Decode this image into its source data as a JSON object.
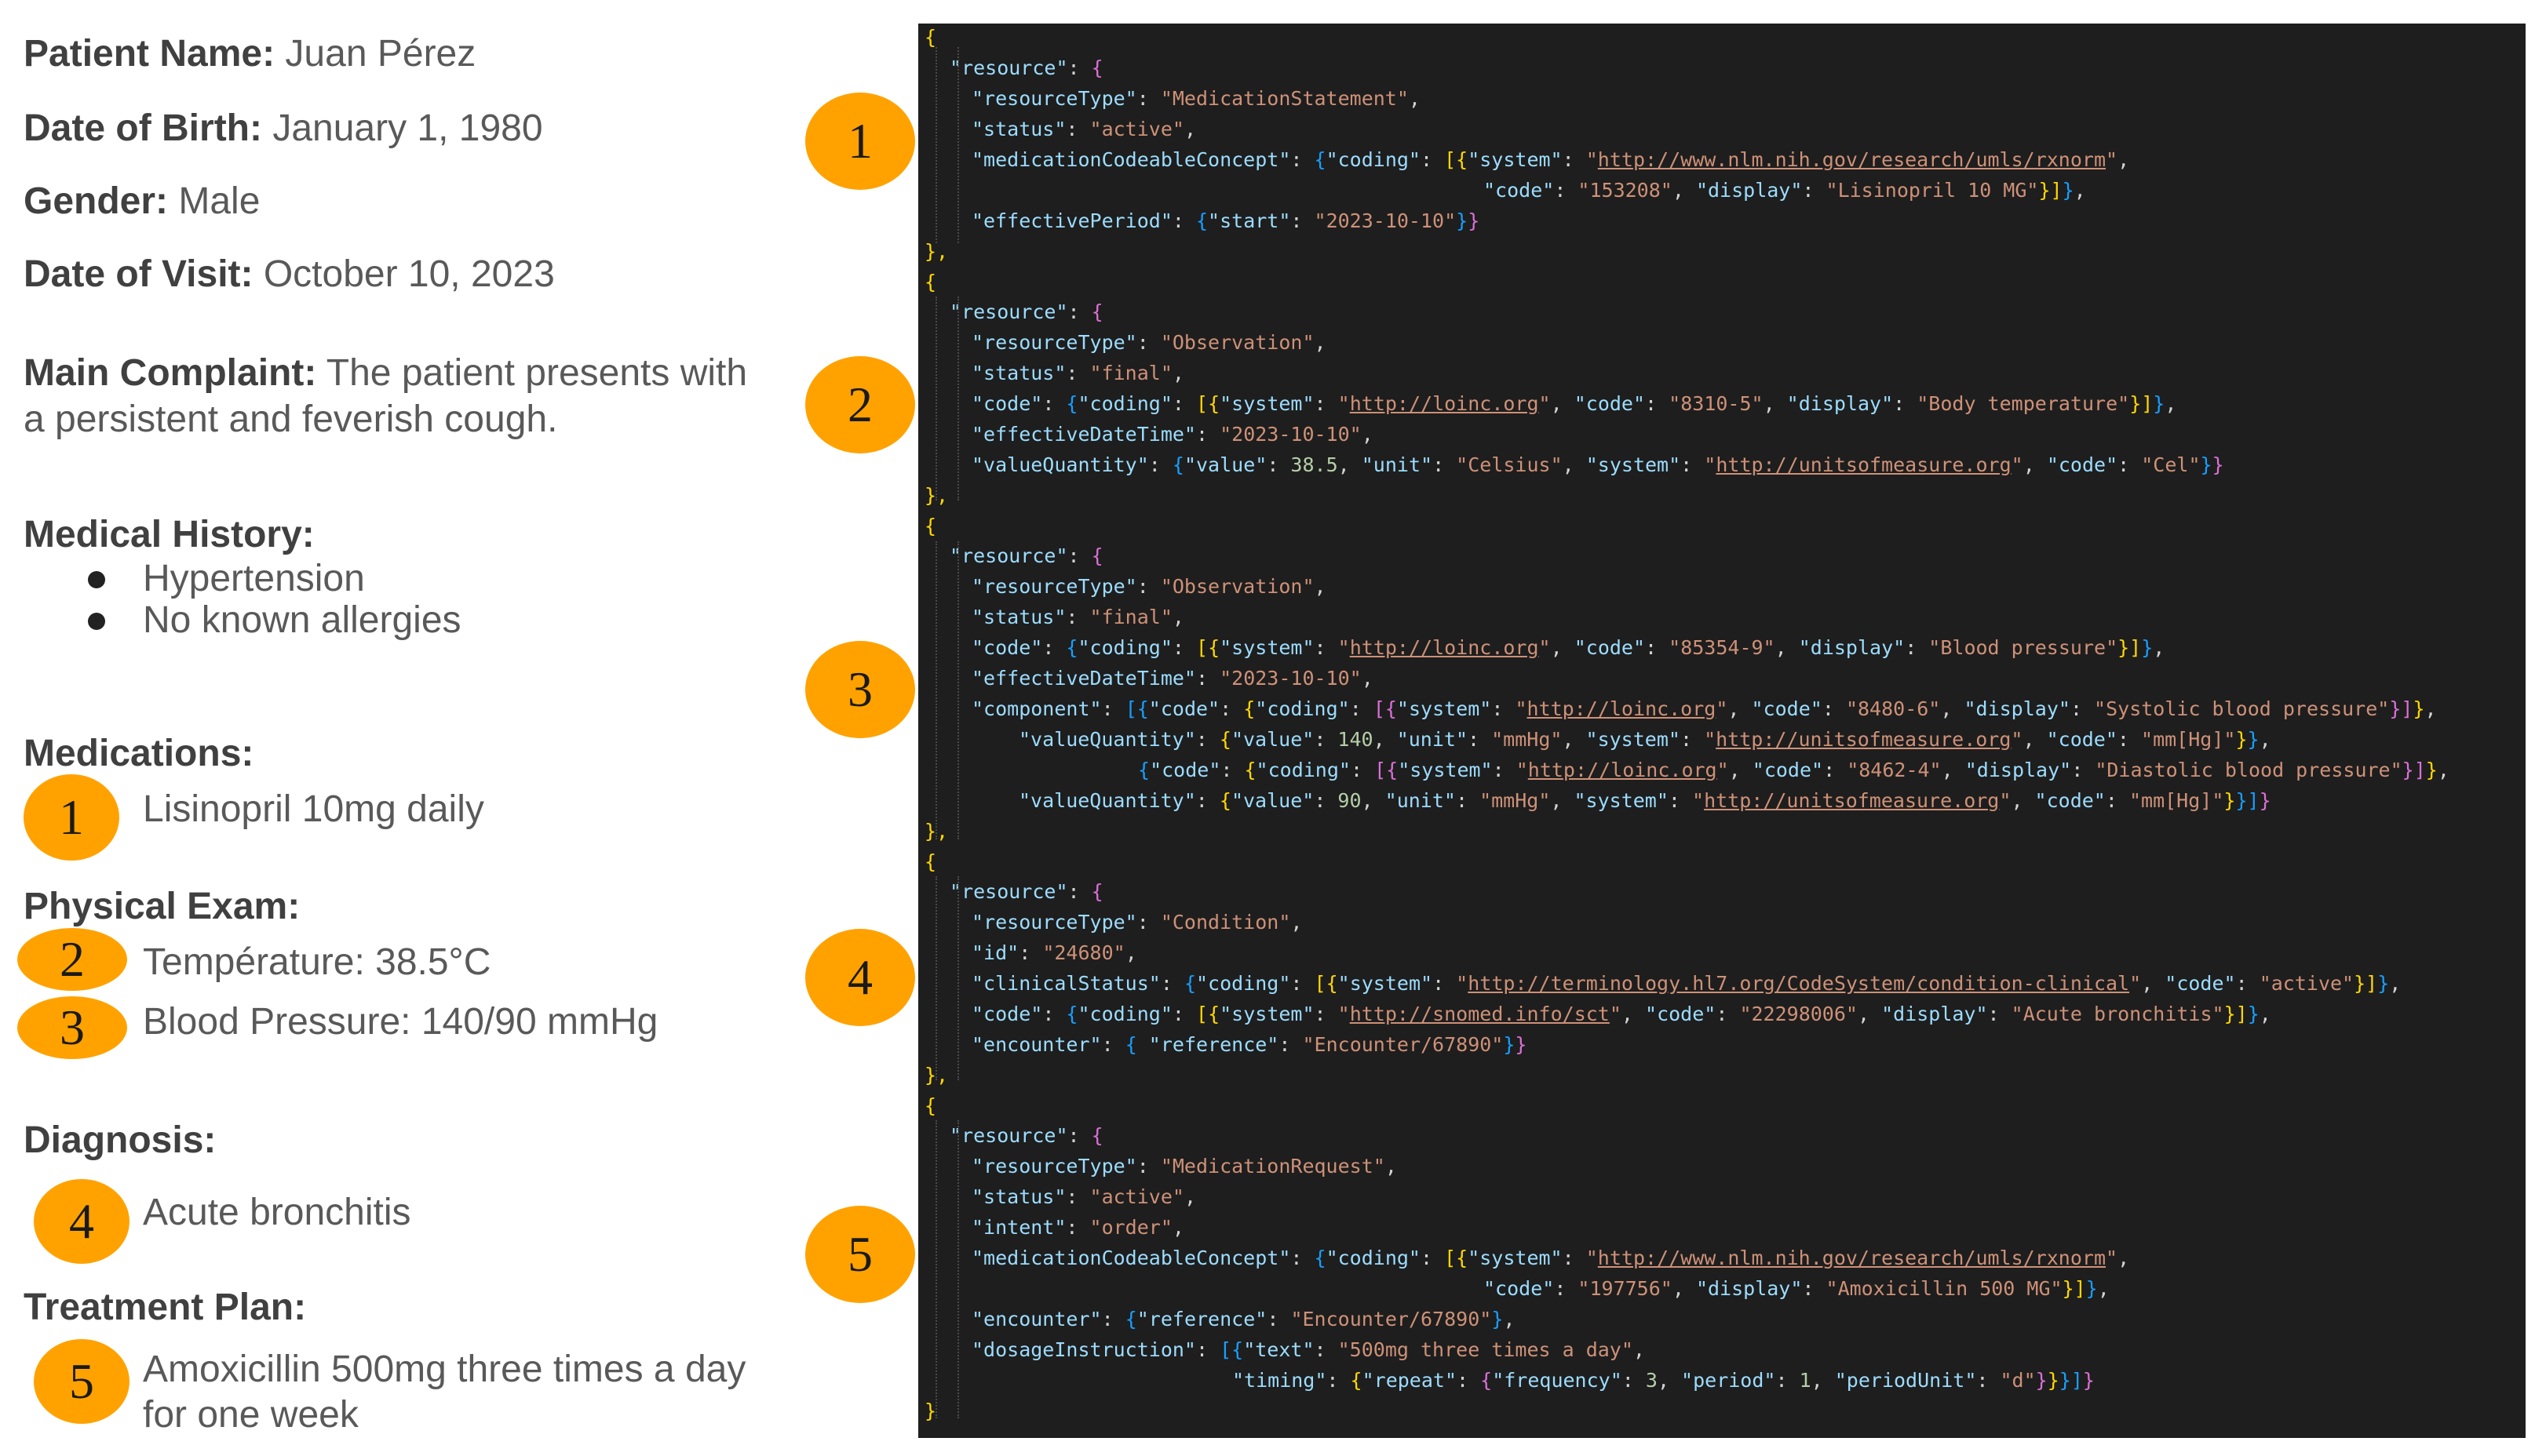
{
  "note": {
    "patient_name_label": "Patient Name:",
    "patient_name_value": " Juan Pérez",
    "dob_label": "Date of Birth:",
    "dob_value": " January 1, 1980",
    "gender_label": "Gender:",
    "gender_value": " Male",
    "visit_label": "Date of Visit:",
    "visit_value": " October 10, 2023",
    "complaint_label": "Main Complaint:",
    "complaint_value_1": " The patient presents with",
    "complaint_value_2": "a persistent and feverish cough.",
    "history_heading": "Medical History:",
    "history_items": [
      "Hypertension",
      "No known allergies"
    ],
    "medications_heading": "Medications:",
    "medication_item": "Lisinopril 10mg daily",
    "exam_heading": "Physical Exam:",
    "exam_temp": "Température: 38.5°C",
    "exam_bp": "Blood Pressure: 140/90 mmHg",
    "diagnosis_heading": "Diagnosis:",
    "diagnosis_item": "Acute bronchitis",
    "treatment_heading": "Treatment Plan:",
    "treatment_item_1": "Amoxicillin 500mg three times a day",
    "treatment_item_2": "for one week"
  },
  "badges": [
    "1",
    "2",
    "3",
    "4",
    "5"
  ],
  "colors": {
    "badge": "#ffa200",
    "code_background": "#1e1e1e",
    "json_key": "#9cdcfe",
    "json_string": "#ce9178",
    "json_number": "#b5cea8"
  },
  "code_lines": [
    [
      [
        "b1",
        "{"
      ]
    ],
    [
      [
        "k",
        "\"resource\""
      ],
      [
        "p",
        ": "
      ],
      [
        "b2",
        "{"
      ]
    ],
    [
      [
        "k",
        "\"resourceType\""
      ],
      [
        "p",
        ": "
      ],
      [
        "s",
        "\"MedicationStatement\""
      ],
      [
        "p",
        ","
      ]
    ],
    [
      [
        "k",
        "\"status\""
      ],
      [
        "p",
        ": "
      ],
      [
        "s",
        "\"active\""
      ],
      [
        "p",
        ","
      ]
    ],
    [
      [
        "k",
        "\"medicationCodeableConcept\""
      ],
      [
        "p",
        ": "
      ],
      [
        "b3",
        "{"
      ],
      [
        "k",
        "\"coding\""
      ],
      [
        "p",
        ": "
      ],
      [
        "b1",
        "[{"
      ],
      [
        "k",
        "\"system\""
      ],
      [
        "p",
        ": "
      ],
      [
        "s",
        "\""
      ],
      [
        "u",
        "http://www.nlm.nih.gov/research/umls/rxnorm"
      ],
      [
        "s",
        "\""
      ],
      [
        "p",
        ","
      ]
    ],
    [
      [
        "k",
        "\"code\""
      ],
      [
        "p",
        ": "
      ],
      [
        "s",
        "\"153208\""
      ],
      [
        "p",
        ", "
      ],
      [
        "k",
        "\"display\""
      ],
      [
        "p",
        ": "
      ],
      [
        "s",
        "\"Lisinopril 10 MG\""
      ],
      [
        "b1",
        "}]"
      ],
      [
        "b3",
        "}"
      ],
      [
        "p",
        ","
      ]
    ],
    [
      [
        "k",
        "\"effectivePeriod\""
      ],
      [
        "p",
        ": "
      ],
      [
        "b3",
        "{"
      ],
      [
        "k",
        "\"start\""
      ],
      [
        "p",
        ": "
      ],
      [
        "s",
        "\"2023-10-10\""
      ],
      [
        "b3",
        "}"
      ],
      [
        "b2",
        "}"
      ]
    ],
    [
      [
        "b1",
        "},"
      ]
    ],
    [
      [
        "b1",
        "{"
      ]
    ],
    [
      [
        "k",
        "\"resource\""
      ],
      [
        "p",
        ": "
      ],
      [
        "b2",
        "{"
      ]
    ],
    [
      [
        "k",
        "\"resourceType\""
      ],
      [
        "p",
        ": "
      ],
      [
        "s",
        "\"Observation\""
      ],
      [
        "p",
        ","
      ]
    ],
    [
      [
        "k",
        "\"status\""
      ],
      [
        "p",
        ": "
      ],
      [
        "s",
        "\"final\""
      ],
      [
        "p",
        ","
      ]
    ],
    [
      [
        "k",
        "\"code\""
      ],
      [
        "p",
        ": "
      ],
      [
        "b3",
        "{"
      ],
      [
        "k",
        "\"coding\""
      ],
      [
        "p",
        ": "
      ],
      [
        "b1",
        "[{"
      ],
      [
        "k",
        "\"system\""
      ],
      [
        "p",
        ": "
      ],
      [
        "s",
        "\""
      ],
      [
        "u",
        "http://loinc.org"
      ],
      [
        "s",
        "\""
      ],
      [
        "p",
        ", "
      ],
      [
        "k",
        "\"code\""
      ],
      [
        "p",
        ": "
      ],
      [
        "s",
        "\"8310-5\""
      ],
      [
        "p",
        ", "
      ],
      [
        "k",
        "\"display\""
      ],
      [
        "p",
        ": "
      ],
      [
        "s",
        "\"Body temperature\""
      ],
      [
        "b1",
        "}]"
      ],
      [
        "b3",
        "}"
      ],
      [
        "p",
        ","
      ]
    ],
    [
      [
        "k",
        "\"effectiveDateTime\""
      ],
      [
        "p",
        ": "
      ],
      [
        "s",
        "\"2023-10-10\""
      ],
      [
        "p",
        ","
      ]
    ],
    [
      [
        "k",
        "\"valueQuantity\""
      ],
      [
        "p",
        ": "
      ],
      [
        "b3",
        "{"
      ],
      [
        "k",
        "\"value\""
      ],
      [
        "p",
        ": "
      ],
      [
        "n",
        "38.5"
      ],
      [
        "p",
        ", "
      ],
      [
        "k",
        "\"unit\""
      ],
      [
        "p",
        ": "
      ],
      [
        "s",
        "\"Celsius\""
      ],
      [
        "p",
        ", "
      ],
      [
        "k",
        "\"system\""
      ],
      [
        "p",
        ": "
      ],
      [
        "s",
        "\""
      ],
      [
        "u",
        "http://unitsofmeasure.org"
      ],
      [
        "s",
        "\""
      ],
      [
        "p",
        ", "
      ],
      [
        "k",
        "\"code\""
      ],
      [
        "p",
        ": "
      ],
      [
        "s",
        "\"Cel\""
      ],
      [
        "b3",
        "}"
      ],
      [
        "b2",
        "}"
      ]
    ],
    [
      [
        "b1",
        "},"
      ]
    ],
    [
      [
        "b1",
        "{"
      ]
    ],
    [
      [
        "k",
        "\"resource\""
      ],
      [
        "p",
        ": "
      ],
      [
        "b2",
        "{"
      ]
    ],
    [
      [
        "k",
        "\"resourceType\""
      ],
      [
        "p",
        ": "
      ],
      [
        "s",
        "\"Observation\""
      ],
      [
        "p",
        ","
      ]
    ],
    [
      [
        "k",
        "\"status\""
      ],
      [
        "p",
        ": "
      ],
      [
        "s",
        "\"final\""
      ],
      [
        "p",
        ","
      ]
    ],
    [
      [
        "k",
        "\"code\""
      ],
      [
        "p",
        ": "
      ],
      [
        "b3",
        "{"
      ],
      [
        "k",
        "\"coding\""
      ],
      [
        "p",
        ": "
      ],
      [
        "b1",
        "[{"
      ],
      [
        "k",
        "\"system\""
      ],
      [
        "p",
        ": "
      ],
      [
        "s",
        "\""
      ],
      [
        "u",
        "http://loinc.org"
      ],
      [
        "s",
        "\""
      ],
      [
        "p",
        ", "
      ],
      [
        "k",
        "\"code\""
      ],
      [
        "p",
        ": "
      ],
      [
        "s",
        "\"85354-9\""
      ],
      [
        "p",
        ", "
      ],
      [
        "k",
        "\"display\""
      ],
      [
        "p",
        ": "
      ],
      [
        "s",
        "\"Blood pressure\""
      ],
      [
        "b1",
        "}]"
      ],
      [
        "b3",
        "}"
      ],
      [
        "p",
        ","
      ]
    ],
    [
      [
        "k",
        "\"effectiveDateTime\""
      ],
      [
        "p",
        ": "
      ],
      [
        "s",
        "\"2023-10-10\""
      ],
      [
        "p",
        ","
      ]
    ],
    [
      [
        "k",
        "\"component\""
      ],
      [
        "p",
        ": "
      ],
      [
        "b3",
        "[{"
      ],
      [
        "k",
        "\"code\""
      ],
      [
        "p",
        ": "
      ],
      [
        "b1",
        "{"
      ],
      [
        "k",
        "\"coding\""
      ],
      [
        "p",
        ": "
      ],
      [
        "b2",
        "[{"
      ],
      [
        "k",
        "\"system\""
      ],
      [
        "p",
        ": "
      ],
      [
        "s",
        "\""
      ],
      [
        "u",
        "http://loinc.org"
      ],
      [
        "s",
        "\""
      ],
      [
        "p",
        ", "
      ],
      [
        "k",
        "\"code\""
      ],
      [
        "p",
        ": "
      ],
      [
        "s",
        "\"8480-6\""
      ],
      [
        "p",
        ", "
      ],
      [
        "k",
        "\"display\""
      ],
      [
        "p",
        ": "
      ],
      [
        "s",
        "\"Systolic blood pressure\""
      ],
      [
        "b2",
        "}]"
      ],
      [
        "b1",
        "}"
      ],
      [
        "p",
        ","
      ]
    ],
    [
      [
        "k",
        "\"valueQuantity\""
      ],
      [
        "p",
        ": "
      ],
      [
        "b1",
        "{"
      ],
      [
        "k",
        "\"value\""
      ],
      [
        "p",
        ": "
      ],
      [
        "n",
        "140"
      ],
      [
        "p",
        ", "
      ],
      [
        "k",
        "\"unit\""
      ],
      [
        "p",
        ": "
      ],
      [
        "s",
        "\"mmHg\""
      ],
      [
        "p",
        ", "
      ],
      [
        "k",
        "\"system\""
      ],
      [
        "p",
        ": "
      ],
      [
        "s",
        "\""
      ],
      [
        "u",
        "http://unitsofmeasure.org"
      ],
      [
        "s",
        "\""
      ],
      [
        "p",
        ", "
      ],
      [
        "k",
        "\"code\""
      ],
      [
        "p",
        ": "
      ],
      [
        "s",
        "\"mm[Hg]\""
      ],
      [
        "b1",
        "}"
      ],
      [
        "b3",
        "}"
      ],
      [
        "p",
        ","
      ]
    ],
    [
      [
        "b3",
        "{"
      ],
      [
        "k",
        "\"code\""
      ],
      [
        "p",
        ": "
      ],
      [
        "b1",
        "{"
      ],
      [
        "k",
        "\"coding\""
      ],
      [
        "p",
        ": "
      ],
      [
        "b2",
        "[{"
      ],
      [
        "k",
        "\"system\""
      ],
      [
        "p",
        ": "
      ],
      [
        "s",
        "\""
      ],
      [
        "u",
        "http://loinc.org"
      ],
      [
        "s",
        "\""
      ],
      [
        "p",
        ", "
      ],
      [
        "k",
        "\"code\""
      ],
      [
        "p",
        ": "
      ],
      [
        "s",
        "\"8462-4\""
      ],
      [
        "p",
        ", "
      ],
      [
        "k",
        "\"display\""
      ],
      [
        "p",
        ": "
      ],
      [
        "s",
        "\"Diastolic blood pressure\""
      ],
      [
        "b2",
        "}]"
      ],
      [
        "b1",
        "}"
      ],
      [
        "p",
        ","
      ]
    ],
    [
      [
        "k",
        "\"valueQuantity\""
      ],
      [
        "p",
        ": "
      ],
      [
        "b1",
        "{"
      ],
      [
        "k",
        "\"value\""
      ],
      [
        "p",
        ": "
      ],
      [
        "n",
        "90"
      ],
      [
        "p",
        ", "
      ],
      [
        "k",
        "\"unit\""
      ],
      [
        "p",
        ": "
      ],
      [
        "s",
        "\"mmHg\""
      ],
      [
        "p",
        ", "
      ],
      [
        "k",
        "\"system\""
      ],
      [
        "p",
        ": "
      ],
      [
        "s",
        "\""
      ],
      [
        "u",
        "http://unitsofmeasure.org"
      ],
      [
        "s",
        "\""
      ],
      [
        "p",
        ", "
      ],
      [
        "k",
        "\"code\""
      ],
      [
        "p",
        ": "
      ],
      [
        "s",
        "\"mm[Hg]\""
      ],
      [
        "b1",
        "}"
      ],
      [
        "b3",
        "}]"
      ],
      [
        "b2",
        "}"
      ]
    ],
    [
      [
        "b1",
        "},"
      ]
    ],
    [
      [
        "b1",
        "{"
      ]
    ],
    [
      [
        "k",
        "\"resource\""
      ],
      [
        "p",
        ": "
      ],
      [
        "b2",
        "{"
      ]
    ],
    [
      [
        "k",
        "\"resourceType\""
      ],
      [
        "p",
        ": "
      ],
      [
        "s",
        "\"Condition\""
      ],
      [
        "p",
        ","
      ]
    ],
    [
      [
        "k",
        "\"id\""
      ],
      [
        "p",
        ": "
      ],
      [
        "s",
        "\"24680\""
      ],
      [
        "p",
        ","
      ]
    ],
    [
      [
        "k",
        "\"clinicalStatus\""
      ],
      [
        "p",
        ": "
      ],
      [
        "b3",
        "{"
      ],
      [
        "k",
        "\"coding\""
      ],
      [
        "p",
        ": "
      ],
      [
        "b1",
        "[{"
      ],
      [
        "k",
        "\"system\""
      ],
      [
        "p",
        ": "
      ],
      [
        "s",
        "\""
      ],
      [
        "u",
        "http://terminology.hl7.org/CodeSystem/condition-clinical"
      ],
      [
        "s",
        "\""
      ],
      [
        "p",
        ", "
      ],
      [
        "k",
        "\"code\""
      ],
      [
        "p",
        ": "
      ],
      [
        "s",
        "\"active\""
      ],
      [
        "b1",
        "}]"
      ],
      [
        "b3",
        "}"
      ],
      [
        "p",
        ","
      ]
    ],
    [
      [
        "k",
        "\"code\""
      ],
      [
        "p",
        ": "
      ],
      [
        "b3",
        "{"
      ],
      [
        "k",
        "\"coding\""
      ],
      [
        "p",
        ": "
      ],
      [
        "b1",
        "[{"
      ],
      [
        "k",
        "\"system\""
      ],
      [
        "p",
        ": "
      ],
      [
        "s",
        "\""
      ],
      [
        "u",
        "http://snomed.info/sct"
      ],
      [
        "s",
        "\""
      ],
      [
        "p",
        ", "
      ],
      [
        "k",
        "\"code\""
      ],
      [
        "p",
        ": "
      ],
      [
        "s",
        "\"22298006\""
      ],
      [
        "p",
        ", "
      ],
      [
        "k",
        "\"display\""
      ],
      [
        "p",
        ": "
      ],
      [
        "s",
        "\"Acute bronchitis\""
      ],
      [
        "b1",
        "}]"
      ],
      [
        "b3",
        "}"
      ],
      [
        "p",
        ","
      ]
    ],
    [
      [
        "k",
        "\"encounter\""
      ],
      [
        "p",
        ": "
      ],
      [
        "b3",
        "{ "
      ],
      [
        "k",
        "\"reference\""
      ],
      [
        "p",
        ": "
      ],
      [
        "s",
        "\"Encounter/67890\""
      ],
      [
        "b3",
        "}"
      ],
      [
        "b2",
        "}"
      ]
    ],
    [
      [
        "b1",
        "},"
      ]
    ],
    [
      [
        "b1",
        "{"
      ]
    ],
    [
      [
        "k",
        "\"resource\""
      ],
      [
        "p",
        ": "
      ],
      [
        "b2",
        "{"
      ]
    ],
    [
      [
        "k",
        "\"resourceType\""
      ],
      [
        "p",
        ": "
      ],
      [
        "s",
        "\"MedicationRequest\""
      ],
      [
        "p",
        ","
      ]
    ],
    [
      [
        "k",
        "\"status\""
      ],
      [
        "p",
        ": "
      ],
      [
        "s",
        "\"active\""
      ],
      [
        "p",
        ","
      ]
    ],
    [
      [
        "k",
        "\"intent\""
      ],
      [
        "p",
        ": "
      ],
      [
        "s",
        "\"order\""
      ],
      [
        "p",
        ","
      ]
    ],
    [
      [
        "k",
        "\"medicationCodeableConcept\""
      ],
      [
        "p",
        ": "
      ],
      [
        "b3",
        "{"
      ],
      [
        "k",
        "\"coding\""
      ],
      [
        "p",
        ": "
      ],
      [
        "b1",
        "[{"
      ],
      [
        "k",
        "\"system\""
      ],
      [
        "p",
        ": "
      ],
      [
        "s",
        "\""
      ],
      [
        "u",
        "http://www.nlm.nih.gov/research/umls/rxnorm"
      ],
      [
        "s",
        "\""
      ],
      [
        "p",
        ","
      ]
    ],
    [
      [
        "k",
        "\"code\""
      ],
      [
        "p",
        ": "
      ],
      [
        "s",
        "\"197756\""
      ],
      [
        "p",
        ", "
      ],
      [
        "k",
        "\"display\""
      ],
      [
        "p",
        ": "
      ],
      [
        "s",
        "\"Amoxicillin 500 MG\""
      ],
      [
        "b1",
        "}]"
      ],
      [
        "b3",
        "}"
      ],
      [
        "p",
        ","
      ]
    ],
    [
      [
        "k",
        "\"encounter\""
      ],
      [
        "p",
        ": "
      ],
      [
        "b3",
        "{"
      ],
      [
        "k",
        "\"reference\""
      ],
      [
        "p",
        ": "
      ],
      [
        "s",
        "\"Encounter/67890\""
      ],
      [
        "b3",
        "}"
      ],
      [
        "p",
        ","
      ]
    ],
    [
      [
        "k",
        "\"dosageInstruction\""
      ],
      [
        "p",
        ": "
      ],
      [
        "b3",
        "[{"
      ],
      [
        "k",
        "\"text\""
      ],
      [
        "p",
        ": "
      ],
      [
        "s",
        "\"500mg three times a day\""
      ],
      [
        "p",
        ","
      ]
    ],
    [
      [
        "k",
        "\"timing\""
      ],
      [
        "p",
        ": "
      ],
      [
        "b1",
        "{"
      ],
      [
        "k",
        "\"repeat\""
      ],
      [
        "p",
        ": "
      ],
      [
        "b2",
        "{"
      ],
      [
        "k",
        "\"frequency\""
      ],
      [
        "p",
        ": "
      ],
      [
        "n",
        "3"
      ],
      [
        "p",
        ", "
      ],
      [
        "k",
        "\"period\""
      ],
      [
        "p",
        ": "
      ],
      [
        "n",
        "1"
      ],
      [
        "p",
        ", "
      ],
      [
        "k",
        "\"periodUnit\""
      ],
      [
        "p",
        ": "
      ],
      [
        "s",
        "\"d\""
      ],
      [
        "b2",
        "}"
      ],
      [
        "b1",
        "}"
      ],
      [
        "b3",
        "}]"
      ],
      [
        "b2",
        "}"
      ]
    ],
    [
      [
        "b1",
        "}"
      ]
    ]
  ]
}
